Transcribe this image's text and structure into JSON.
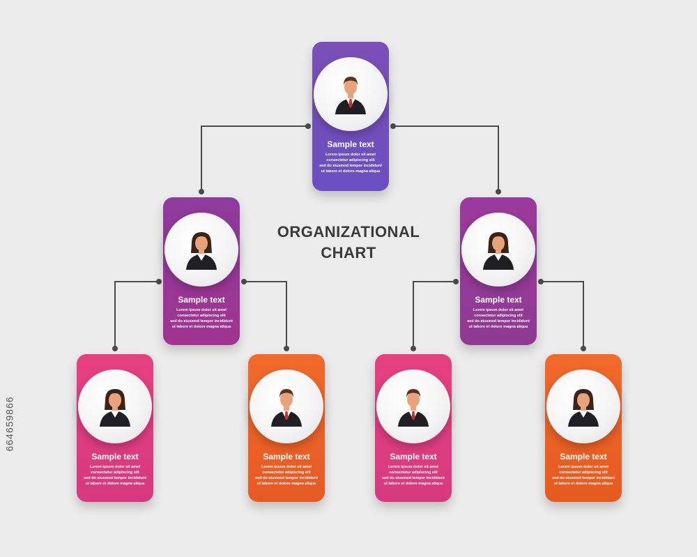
{
  "title": {
    "line1": "ORGANIZATIONAL",
    "line2": "CHART"
  },
  "connector_color": "#4a4a4a",
  "nodes": [
    {
      "id": "top",
      "label": "Sample text",
      "desc": [
        "Lorem ipsum dolor sit amet",
        "consectetur adipiscing elit",
        "sed do eiusmod tempor incididunt",
        "ut labore et dolore magna aliqua"
      ],
      "gender": "male",
      "color_top": "#7a4fb8",
      "color_bottom": "#6a4fc0"
    },
    {
      "id": "left-mid",
      "label": "Sample text",
      "desc": [
        "Lorem ipsum dolor sit amet",
        "consectetur adipiscing elit",
        "sed do eiusmod tempor incididunt",
        "ut labore et dolore magna aliqua"
      ],
      "gender": "female",
      "color_top": "#8e3a9e",
      "color_bottom": "#a0348f"
    },
    {
      "id": "right-mid",
      "label": "Sample text",
      "desc": [
        "Lorem ipsum dolor sit amet",
        "consectetur adipiscing elit",
        "sed do eiusmod tempor incididunt",
        "ut labore et dolore magna aliqua"
      ],
      "gender": "female",
      "color_top": "#9b3a9e",
      "color_bottom": "#8e3a92"
    },
    {
      "id": "bottom-1",
      "label": "Sample text",
      "desc": [
        "Lorem ipsum dolor sit amet",
        "consectetur adipiscing elit",
        "sed do eiusmod tempor incididunt",
        "ut labore et dolore magna aliqua"
      ],
      "gender": "female",
      "color_top": "#e6417f",
      "color_bottom": "#d6397f"
    },
    {
      "id": "bottom-2",
      "label": "Sample text",
      "desc": [
        "Lorem ipsum dolor sit amet",
        "consectetur adipiscing elit",
        "sed do eiusmod tempor incididunt",
        "ut labore et dolore magna aliqua"
      ],
      "gender": "male",
      "color_top": "#f06a2a",
      "color_bottom": "#e65a24"
    },
    {
      "id": "bottom-3",
      "label": "Sample text",
      "desc": [
        "Lorem ipsum dolor sit amet",
        "consectetur adipiscing elit",
        "sed do eiusmod tempor incididunt",
        "ut labore et dolore magna aliqua"
      ],
      "gender": "male",
      "color_top": "#e6417f",
      "color_bottom": "#d63a7e"
    },
    {
      "id": "bottom-4",
      "label": "Sample text",
      "desc": [
        "Lorem ipsum dolor sit amet",
        "consectetur adipiscing elit",
        "sed do eiusmod tempor incididunt",
        "ut labore et dolore magna aliqua"
      ],
      "gender": "female",
      "color_top": "#f06a2a",
      "color_bottom": "#e65a20"
    }
  ],
  "edges": [
    [
      "top",
      "left-mid"
    ],
    [
      "top",
      "right-mid"
    ],
    [
      "left-mid",
      "bottom-1"
    ],
    [
      "left-mid",
      "bottom-2"
    ],
    [
      "right-mid",
      "bottom-3"
    ],
    [
      "right-mid",
      "bottom-4"
    ]
  ],
  "watermark": "664659866"
}
